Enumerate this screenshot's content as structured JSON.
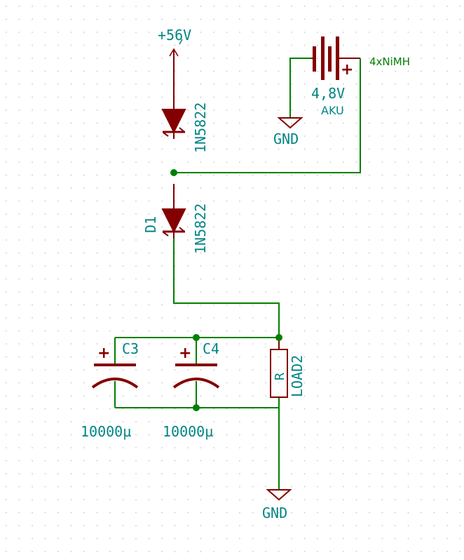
{
  "schematic": {
    "colors": {
      "background": "#ffffff",
      "grid_dot": "#c8c8c8",
      "wire": "#008000",
      "junction": "#008000",
      "component": "#840000",
      "reference_text": "#008484",
      "value_text": "#008484",
      "power_text": "#008484",
      "battery_label": "#008000"
    },
    "power_supply": {
      "label": "+56V"
    },
    "diode_top": {
      "value": "1N5822"
    },
    "diode_d1": {
      "reference": "D1",
      "value": "1N5822"
    },
    "battery": {
      "label": "4xNiMH",
      "value": "4,8V",
      "reference": "AKU",
      "polarity": "+"
    },
    "capacitor_c3": {
      "reference": "C3",
      "value": "10000µ",
      "polarity": "+"
    },
    "capacitor_c4": {
      "reference": "C4",
      "value": "10000µ",
      "polarity": "+"
    },
    "load": {
      "reference": "R",
      "value": "LOAD2"
    },
    "ground_battery": {
      "label": "GND"
    },
    "ground_main": {
      "label": "GND"
    }
  }
}
